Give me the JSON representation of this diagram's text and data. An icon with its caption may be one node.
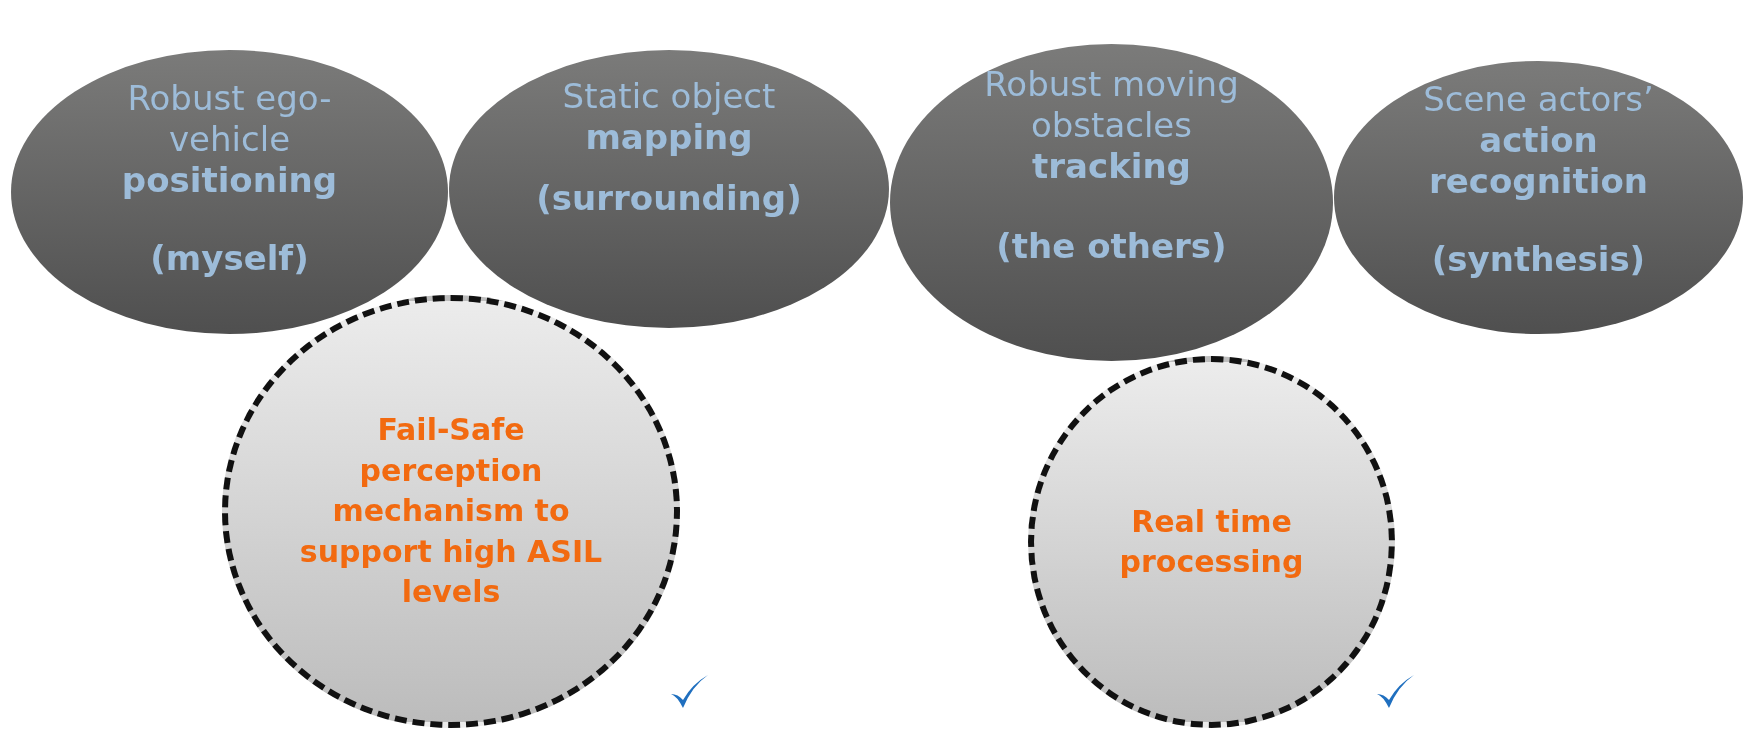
{
  "diagram": {
    "nodes": [
      {
        "text": [
          "Robust ego-vehicle **positioning**",
          "(myself)"
        ]
      },
      {
        "text": [
          "Static object **mapping**",
          "(surrounding)"
        ]
      },
      {
        "text": [
          "Robust moving obstacles **tracking**",
          "(the others)"
        ]
      },
      {
        "text": [
          "Scene actors’ **action recognition**",
          "(synthesis)"
        ]
      },
      {
        "text": [
          "Fail-Safe perception mechanism to support high ASIL levels"
        ]
      },
      {
        "text": [
          "Real time processing"
        ]
      }
    ]
  }
}
